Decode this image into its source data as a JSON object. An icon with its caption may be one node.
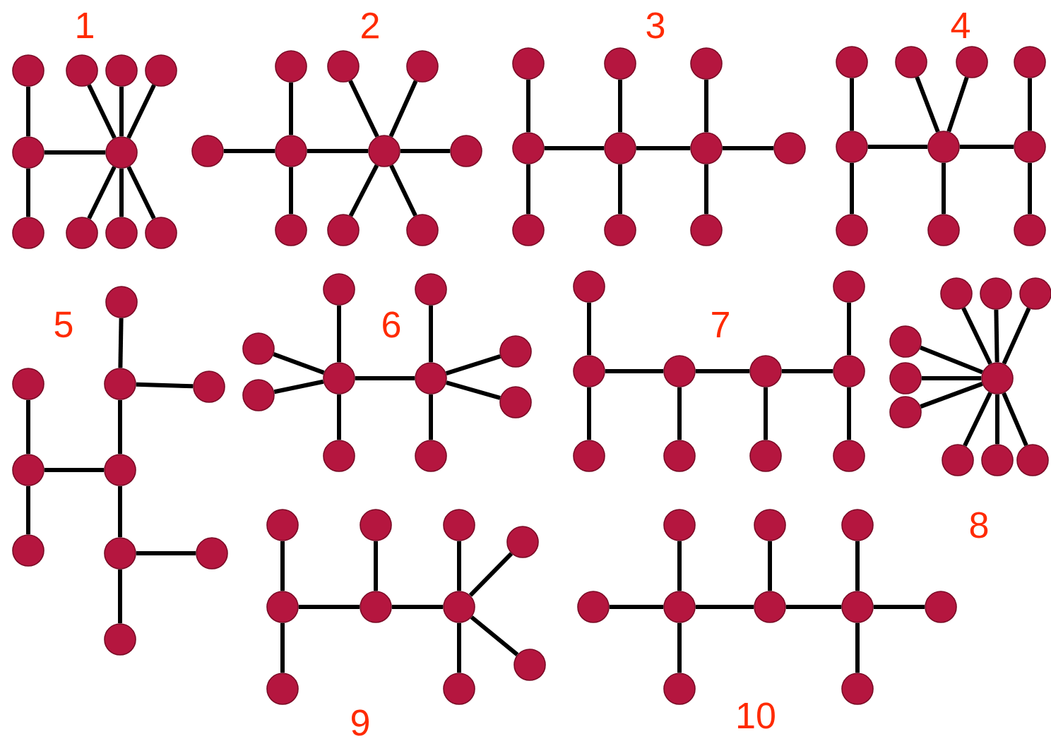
{
  "diagram": {
    "nodes": [
      {
        "text": [],
        "shape": "circle"
      },
      {
        "text": [],
        "shape": "circle"
      },
      {
        "text": [],
        "shape": "circle"
      },
      {
        "text": [],
        "shape": "circle"
      },
      {
        "text": [],
        "shape": "circle"
      },
      {
        "text": [],
        "shape": "circle"
      },
      {
        "text": [],
        "shape": "circle"
      },
      {
        "text": [],
        "shape": "circle"
      },
      {
        "text": [],
        "shape": "circle"
      },
      {
        "text": [],
        "shape": "circle"
      },
      {
        "text": [],
        "shape": "circle"
      },
      {
        "text": [],
        "shape": "circle"
      },
      {
        "text": [],
        "shape": "circle"
      },
      {
        "text": [],
        "shape": "circle"
      },
      {
        "text": [],
        "shape": "circle"
      },
      {
        "text": [],
        "shape": "circle"
      },
      {
        "text": [],
        "shape": "circle"
      },
      {
        "text": [],
        "shape": "circle"
      },
      {
        "text": [],
        "shape": "circle"
      },
      {
        "text": [],
        "shape": "circle"
      },
      {
        "text": [],
        "shape": "circle"
      },
      {
        "text": [],
        "shape": "circle"
      },
      {
        "text": [],
        "shape": "circle"
      },
      {
        "text": [],
        "shape": "circle"
      },
      {
        "text": [],
        "shape": "circle"
      },
      {
        "text": [],
        "shape": "circle"
      },
      {
        "text": [],
        "shape": "circle"
      },
      {
        "text": [],
        "shape": "circle"
      },
      {
        "text": [],
        "shape": "circle"
      },
      {
        "text": [],
        "shape": "circle"
      },
      {
        "text": [],
        "shape": "circle"
      },
      {
        "text": [],
        "shape": "circle"
      },
      {
        "text": [],
        "shape": "circle"
      },
      {
        "text": [],
        "shape": "circle"
      },
      {
        "text": [],
        "shape": "circle"
      },
      {
        "text": [],
        "shape": "circle"
      },
      {
        "text": [],
        "shape": "circle"
      },
      {
        "text": [],
        "shape": "circle"
      },
      {
        "text": [],
        "shape": "circle"
      },
      {
        "text": [],
        "shape": "circle"
      },
      {
        "text": [],
        "shape": "circle"
      },
      {
        "text": [],
        "shape": "circle"
      },
      {
        "text": [],
        "shape": "circle"
      },
      {
        "text": [],
        "shape": "circle"
      },
      {
        "text": [],
        "shape": "circle"
      },
      {
        "text": [],
        "shape": "circle"
      },
      {
        "text": [],
        "shape": "circle"
      },
      {
        "text": [],
        "shape": "circle"
      },
      {
        "text": [],
        "shape": "circle"
      },
      {
        "text": [],
        "shape": "circle"
      },
      {
        "text": [],
        "shape": "circle"
      },
      {
        "text": [],
        "shape": "circle"
      },
      {
        "text": [],
        "shape": "circle"
      },
      {
        "text": [],
        "shape": "circle"
      },
      {
        "text": [],
        "shape": "circle"
      },
      {
        "text": [],
        "shape": "circle"
      },
      {
        "text": [],
        "shape": "circle"
      },
      {
        "text": [],
        "shape": "circle"
      },
      {
        "text": [],
        "shape": "circle"
      },
      {
        "text": [],
        "shape": "circle"
      },
      {
        "text": [],
        "shape": "circle"
      },
      {
        "text": [],
        "shape": "circle"
      },
      {
        "text": [],
        "shape": "circle"
      },
      {
        "text": [],
        "shape": "circle"
      },
      {
        "text": [],
        "shape": "circle"
      },
      {
        "text": [],
        "shape": "circle"
      },
      {
        "text": [],
        "shape": "circle"
      },
      {
        "text": [],
        "shape": "circle"
      },
      {
        "text": [],
        "shape": "circle"
      },
      {
        "text": [],
        "shape": "circle"
      },
      {
        "text": [],
        "shape": "circle"
      },
      {
        "text": [],
        "shape": "circle"
      },
      {
        "text": [],
        "shape": "circle"
      },
      {
        "text": [],
        "shape": "circle"
      },
      {
        "text": [],
        "shape": "circle"
      },
      {
        "text": [],
        "shape": "circle"
      },
      {
        "text": [],
        "shape": "circle"
      },
      {
        "text": [],
        "shape": "circle"
      },
      {
        "text": [],
        "shape": "circle"
      },
      {
        "text": [],
        "shape": "circle"
      },
      {
        "text": [],
        "shape": "circle"
      },
      {
        "text": [],
        "shape": "circle"
      },
      {
        "text": [],
        "shape": "circle"
      },
      {
        "text": [],
        "shape": "circle"
      },
      {
        "text": [],
        "shape": "circle"
      },
      {
        "text": [],
        "shape": "circle"
      },
      {
        "text": [],
        "shape": "circle"
      },
      {
        "text": [],
        "shape": "circle"
      },
      {
        "text": [],
        "shape": "circle"
      },
      {
        "text": [],
        "shape": "circle"
      },
      {
        "text": [],
        "shape": "circle"
      },
      {
        "text": [],
        "shape": "circle"
      },
      {
        "text": [],
        "shape": "circle"
      },
      {
        "text": [],
        "shape": "circle"
      },
      {
        "text": [],
        "shape": "circle"
      },
      {
        "text": [],
        "shape": "circle"
      },
      {
        "text": [],
        "shape": "circle"
      },
      {
        "text": [],
        "shape": "circle"
      },
      {
        "text": [],
        "shape": "circle"
      },
      {
        "text": [],
        "shape": "circle"
      }
    ],
    "edges": [
      {
        "from": 4,
        "to": 0,
        "arrow": "none"
      },
      {
        "from": 4,
        "to": 6,
        "arrow": "none"
      },
      {
        "from": 4,
        "to": 5,
        "arrow": "none"
      },
      {
        "from": 5,
        "to": 1,
        "arrow": "none"
      },
      {
        "from": 5,
        "to": 2,
        "arrow": "none"
      },
      {
        "from": 5,
        "to": 3,
        "arrow": "none"
      },
      {
        "from": 5,
        "to": 7,
        "arrow": "none"
      },
      {
        "from": 5,
        "to": 8,
        "arrow": "none"
      },
      {
        "from": 5,
        "to": 9,
        "arrow": "none"
      },
      {
        "from": 13,
        "to": 14,
        "arrow": "none"
      },
      {
        "from": 14,
        "to": 10,
        "arrow": "none"
      },
      {
        "from": 14,
        "to": 17,
        "arrow": "none"
      },
      {
        "from": 14,
        "to": 15,
        "arrow": "none"
      },
      {
        "from": 15,
        "to": 11,
        "arrow": "none"
      },
      {
        "from": 15,
        "to": 12,
        "arrow": "none"
      },
      {
        "from": 15,
        "to": 16,
        "arrow": "none"
      },
      {
        "from": 15,
        "to": 18,
        "arrow": "none"
      },
      {
        "from": 15,
        "to": 19,
        "arrow": "none"
      },
      {
        "from": 23,
        "to": 20,
        "arrow": "none"
      },
      {
        "from": 23,
        "to": 27,
        "arrow": "none"
      },
      {
        "from": 23,
        "to": 24,
        "arrow": "none"
      },
      {
        "from": 24,
        "to": 21,
        "arrow": "none"
      },
      {
        "from": 24,
        "to": 28,
        "arrow": "none"
      },
      {
        "from": 24,
        "to": 25,
        "arrow": "none"
      },
      {
        "from": 25,
        "to": 22,
        "arrow": "none"
      },
      {
        "from": 25,
        "to": 29,
        "arrow": "none"
      },
      {
        "from": 25,
        "to": 26,
        "arrow": "none"
      },
      {
        "from": 34,
        "to": 30,
        "arrow": "none"
      },
      {
        "from": 34,
        "to": 37,
        "arrow": "none"
      },
      {
        "from": 34,
        "to": 35,
        "arrow": "none"
      },
      {
        "from": 35,
        "to": 31,
        "arrow": "none"
      },
      {
        "from": 35,
        "to": 32,
        "arrow": "none"
      },
      {
        "from": 35,
        "to": 38,
        "arrow": "none"
      },
      {
        "from": 35,
        "to": 36,
        "arrow": "none"
      },
      {
        "from": 36,
        "to": 33,
        "arrow": "none"
      },
      {
        "from": 36,
        "to": 39,
        "arrow": "none"
      },
      {
        "from": 42,
        "to": 40,
        "arrow": "none"
      },
      {
        "from": 42,
        "to": 43,
        "arrow": "none"
      },
      {
        "from": 42,
        "to": 45,
        "arrow": "none"
      },
      {
        "from": 44,
        "to": 41,
        "arrow": "none"
      },
      {
        "from": 44,
        "to": 46,
        "arrow": "none"
      },
      {
        "from": 44,
        "to": 45,
        "arrow": "none"
      },
      {
        "from": 45,
        "to": 47,
        "arrow": "none"
      },
      {
        "from": 47,
        "to": 48,
        "arrow": "none"
      },
      {
        "from": 47,
        "to": 49,
        "arrow": "none"
      },
      {
        "from": 54,
        "to": 50,
        "arrow": "none"
      },
      {
        "from": 54,
        "to": 52,
        "arrow": "none"
      },
      {
        "from": 54,
        "to": 56,
        "arrow": "none"
      },
      {
        "from": 54,
        "to": 58,
        "arrow": "none"
      },
      {
        "from": 54,
        "to": 55,
        "arrow": "none"
      },
      {
        "from": 55,
        "to": 51,
        "arrow": "none"
      },
      {
        "from": 55,
        "to": 53,
        "arrow": "none"
      },
      {
        "from": 55,
        "to": 57,
        "arrow": "none"
      },
      {
        "from": 55,
        "to": 59,
        "arrow": "none"
      },
      {
        "from": 62,
        "to": 60,
        "arrow": "none"
      },
      {
        "from": 62,
        "to": 66,
        "arrow": "none"
      },
      {
        "from": 62,
        "to": 63,
        "arrow": "none"
      },
      {
        "from": 63,
        "to": 67,
        "arrow": "none"
      },
      {
        "from": 63,
        "to": 64,
        "arrow": "none"
      },
      {
        "from": 64,
        "to": 68,
        "arrow": "none"
      },
      {
        "from": 64,
        "to": 65,
        "arrow": "none"
      },
      {
        "from": 65,
        "to": 61,
        "arrow": "none"
      },
      {
        "from": 65,
        "to": 69,
        "arrow": "none"
      },
      {
        "from": 75,
        "to": 70,
        "arrow": "none"
      },
      {
        "from": 75,
        "to": 71,
        "arrow": "none"
      },
      {
        "from": 75,
        "to": 72,
        "arrow": "none"
      },
      {
        "from": 75,
        "to": 73,
        "arrow": "none"
      },
      {
        "from": 75,
        "to": 74,
        "arrow": "none"
      },
      {
        "from": 75,
        "to": 76,
        "arrow": "none"
      },
      {
        "from": 75,
        "to": 77,
        "arrow": "none"
      },
      {
        "from": 75,
        "to": 78,
        "arrow": "none"
      },
      {
        "from": 75,
        "to": 79,
        "arrow": "none"
      },
      {
        "from": 84,
        "to": 80,
        "arrow": "none"
      },
      {
        "from": 84,
        "to": 88,
        "arrow": "none"
      },
      {
        "from": 84,
        "to": 85,
        "arrow": "none"
      },
      {
        "from": 85,
        "to": 81,
        "arrow": "none"
      },
      {
        "from": 85,
        "to": 86,
        "arrow": "none"
      },
      {
        "from": 86,
        "to": 82,
        "arrow": "none"
      },
      {
        "from": 86,
        "to": 83,
        "arrow": "none"
      },
      {
        "from": 86,
        "to": 87,
        "arrow": "none"
      },
      {
        "from": 86,
        "to": 89,
        "arrow": "none"
      },
      {
        "from": 93,
        "to": 94,
        "arrow": "none"
      },
      {
        "from": 94,
        "to": 90,
        "arrow": "none"
      },
      {
        "from": 94,
        "to": 98,
        "arrow": "none"
      },
      {
        "from": 94,
        "to": 95,
        "arrow": "none"
      },
      {
        "from": 95,
        "to": 91,
        "arrow": "none"
      },
      {
        "from": 95,
        "to": 96,
        "arrow": "none"
      },
      {
        "from": 96,
        "to": 92,
        "arrow": "none"
      },
      {
        "from": 96,
        "to": 99,
        "arrow": "none"
      },
      {
        "from": 96,
        "to": 97,
        "arrow": "none"
      }
    ],
    "labels": [
      "1",
      "2",
      "3",
      "4",
      "5",
      "6",
      "7",
      "8",
      "9",
      "10"
    ]
  }
}
